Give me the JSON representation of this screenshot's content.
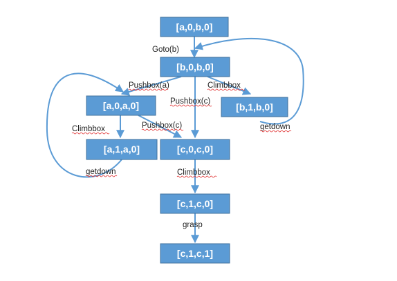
{
  "nodes": [
    {
      "id": "n1",
      "label": "[a,0,b,0]"
    },
    {
      "id": "n2",
      "label": "[b,0,b,0]"
    },
    {
      "id": "n3",
      "label": "[a,0,a,0]"
    },
    {
      "id": "n4",
      "label": "[b,1,b,0]"
    },
    {
      "id": "n5",
      "label": "[a,1,a,0]"
    },
    {
      "id": "n6",
      "label": "[c,0,c,0]"
    },
    {
      "id": "n7",
      "label": "[c,1,c,0]"
    },
    {
      "id": "n8",
      "label": "[c,1,c,1]"
    }
  ],
  "edge_labels": {
    "goto_b": "Goto(b)",
    "pushbox_a": "Pushbox(a)",
    "climbbox_top": "Climbbox",
    "pushbox_c_mid": "Pushbox(c)",
    "getdown_right": "getdown",
    "climbbox_left": "Climbbox",
    "pushbox_c_low": "Pushbox(c)",
    "getdown_left": "getdown",
    "climbbox_center": "Climbbox",
    "grasp": "grasp"
  },
  "colors": {
    "node_fill": "#5b9bd5",
    "node_border": "#41719c",
    "edge": "#5b9bd5",
    "spellcheck_underline": "#e03030"
  }
}
